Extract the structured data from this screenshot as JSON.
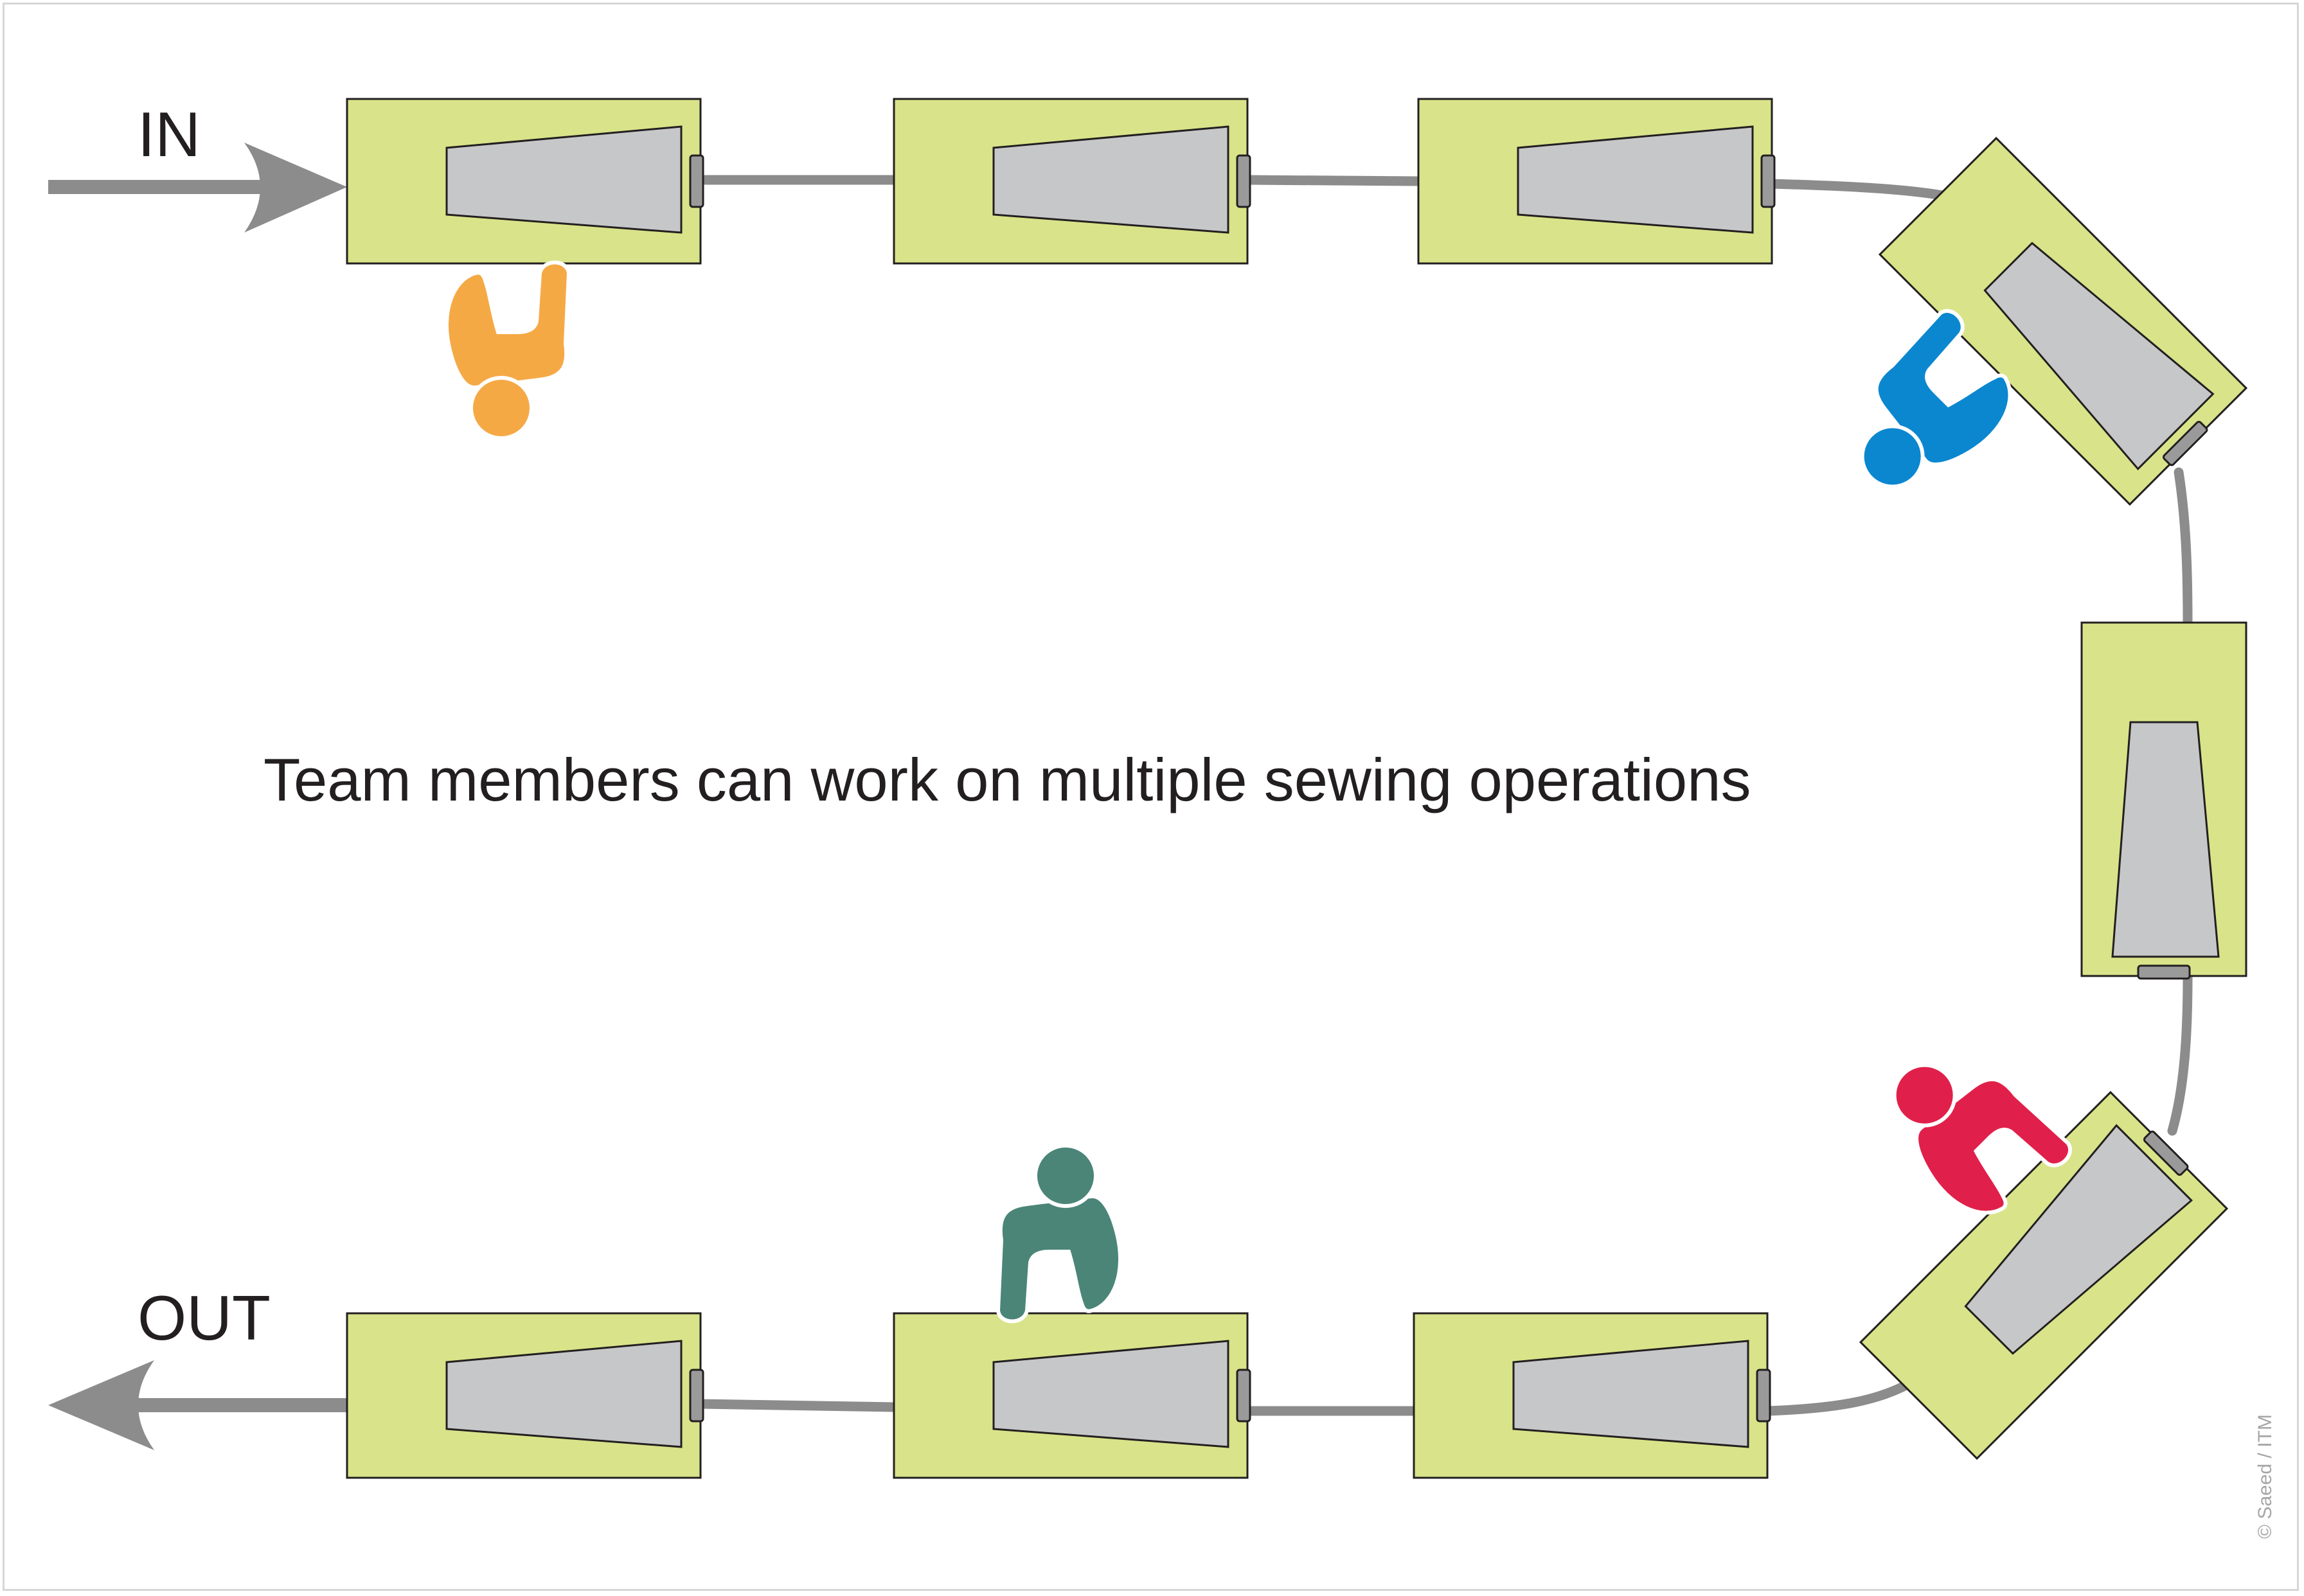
{
  "labels": {
    "in": "IN",
    "out": "OUT",
    "caption": "Team members can work on multiple sewing operations",
    "credit": "© Saeed / ITM"
  },
  "colors": {
    "table": "#d9e389",
    "machine": "#c6c7c8",
    "conveyor": "#8c8c8c",
    "outline": "#231f20",
    "worker_orange": "#f5a945",
    "worker_blue": "#0b87d0",
    "worker_red": "#e0204a",
    "worker_green": "#4a8578"
  },
  "workstations": [
    {
      "id": "station-1",
      "worker": "orange"
    },
    {
      "id": "station-2",
      "worker": null
    },
    {
      "id": "station-3",
      "worker": null
    },
    {
      "id": "station-4",
      "worker": "blue"
    },
    {
      "id": "station-5",
      "worker": null
    },
    {
      "id": "station-6",
      "worker": "red"
    },
    {
      "id": "station-7",
      "worker": null
    },
    {
      "id": "station-8",
      "worker": "green"
    },
    {
      "id": "station-9",
      "worker": null
    }
  ]
}
